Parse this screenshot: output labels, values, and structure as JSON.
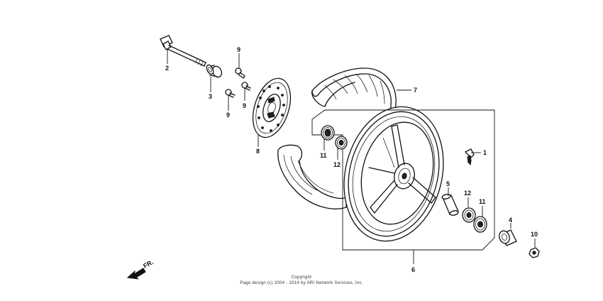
{
  "diagram": {
    "callouts": {
      "p1": "1",
      "p2": "2",
      "p3": "3",
      "p4": "4",
      "p5": "5",
      "p6": "6",
      "p7": "7",
      "p8": "8",
      "p9a": "9",
      "p9b": "9",
      "p9c": "9",
      "p10": "10",
      "p11a": "11",
      "p11b": "11",
      "p12a": "12",
      "p12b": "12"
    },
    "direction_label": "FR.",
    "colors": {
      "line": "#111111",
      "background": "#ffffff"
    }
  },
  "footer": {
    "copyright_title": "Copyright",
    "copyright_line": "Page design (c) 2004 - 2014 by ARI Network Services, Inc."
  }
}
